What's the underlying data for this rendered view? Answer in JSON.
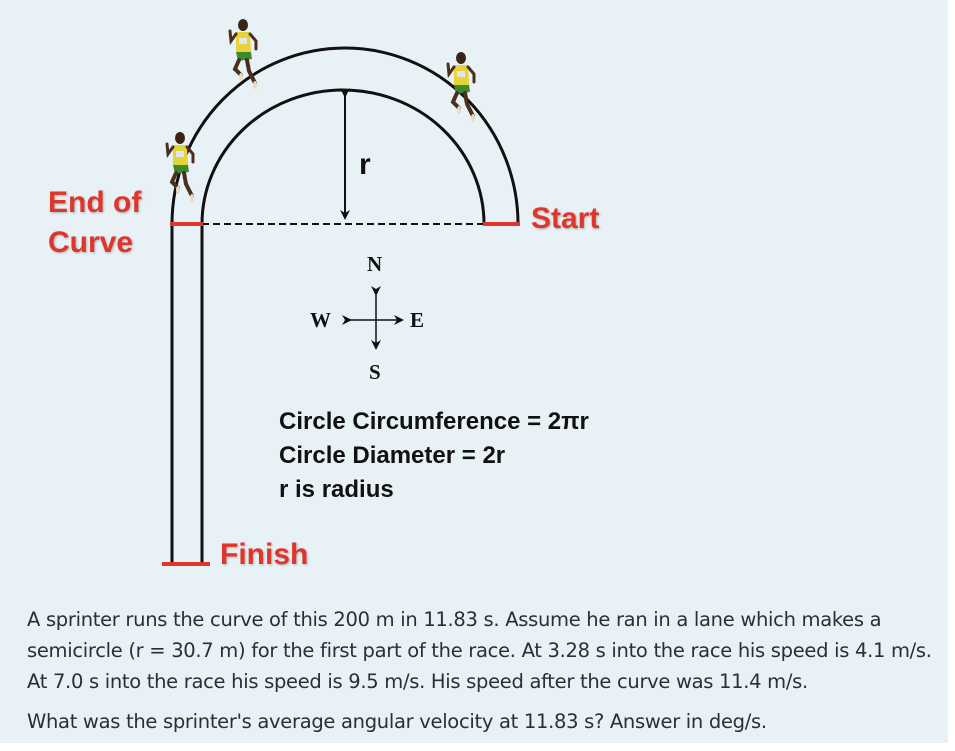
{
  "diagram": {
    "labels": {
      "end_of_curve_line1": "End of",
      "end_of_curve_line2": "Curve",
      "start": "Start",
      "finish": "Finish",
      "radius": "r"
    },
    "compass": {
      "north": "N",
      "south": "S",
      "east": "E",
      "west": "W"
    },
    "formulas": [
      "Circle Circumference = 2πr",
      "Circle Diameter = 2r",
      "r is radius"
    ],
    "colors": {
      "background": "#e8f1f5",
      "accent_red": "#e0352b",
      "track_line": "#111111",
      "jersey_yellow": "#e6d33a",
      "shorts_green": "#3c8a2e",
      "skin": "#4a2f1f"
    },
    "runners": [
      {
        "position": "top-left-of-curve"
      },
      {
        "position": "top-right-of-curve"
      },
      {
        "position": "end-of-curve"
      }
    ]
  },
  "problem": {
    "paragraph": "A sprinter runs the curve of this 200 m in 11.83 s. Assume he ran in a lane which makes a semicircle (r = 30.7 m) for the first part of the race. At 3.28 s into the race his speed is 4.1 m/s. At 7.0 s into the race his speed is 9.5 m/s. His speed after the curve was 11.4 m/s.",
    "question": "What was the sprinter's average angular velocity at 11.83 s? Answer in deg/s."
  }
}
